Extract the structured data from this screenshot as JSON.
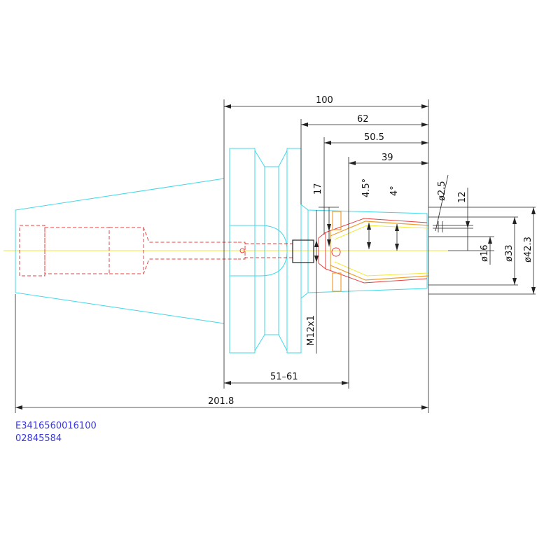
{
  "colors": {
    "background": "#ffffff",
    "body_outline": "#3fd8e8",
    "hidden_lines": "#e54040",
    "center_line": "#f0ea3a",
    "collet_outline": "#f0a030",
    "dimension_lines": "#222222",
    "part_code_text": "#3a3ae0"
  },
  "dimensions": {
    "overall_length": "201.8",
    "length_100": "100",
    "length_62": "62",
    "length_50_5": "50.5",
    "length_39": "39",
    "length_51_61": "51–61",
    "height_17": "17",
    "angle_4_5": "4.5°",
    "angle_4": "4°",
    "dia_2_5": "ø2.5",
    "height_12": "12",
    "dia_16": "ø16",
    "dia_33": "ø33",
    "dia_42_3": "ø42.3",
    "thread": "M12x1"
  },
  "part_codes": {
    "line1": "E3416560016100",
    "line2": "02845584"
  }
}
